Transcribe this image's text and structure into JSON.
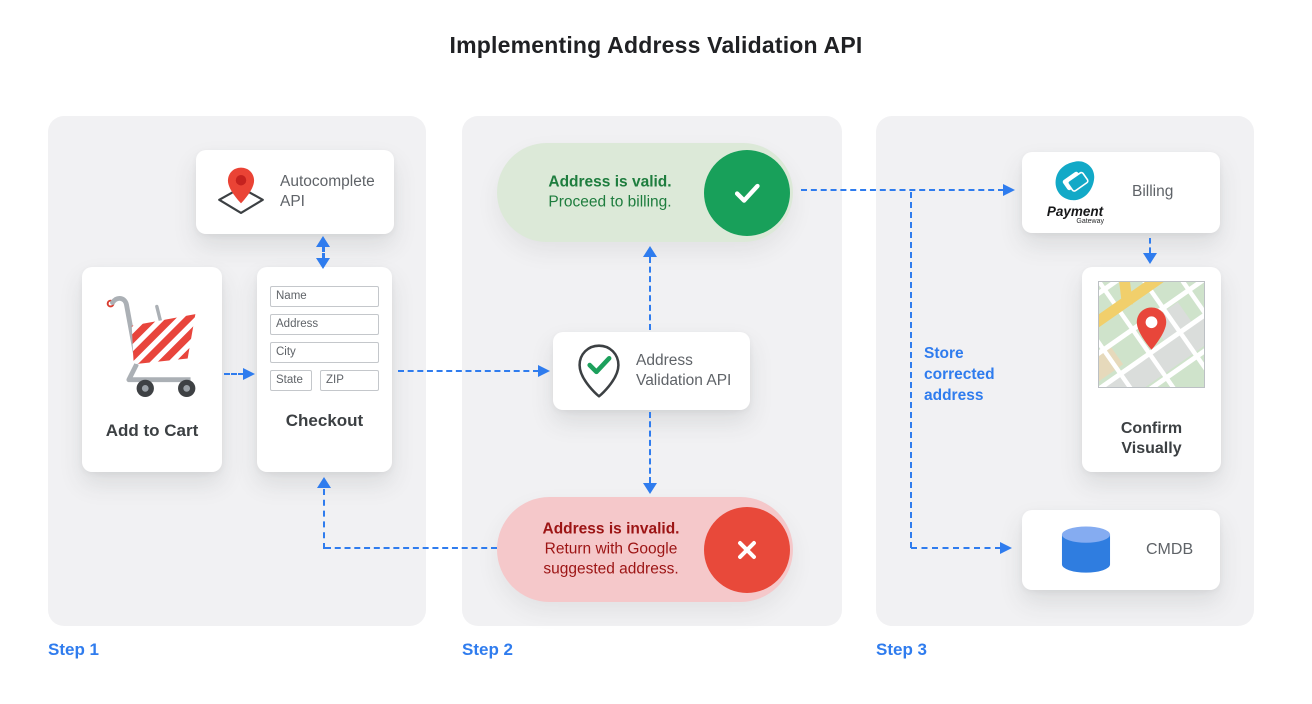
{
  "title": "Implementing Address Validation API",
  "colors": {
    "accent_blue": "#2f7cee",
    "panel_bg": "#f1f1f3",
    "card_text": "#5f6368",
    "label_text": "#3c4043",
    "green_pill_bg": "#dce9d8",
    "green_text": "#1e7d3e",
    "green_circle": "#18a05a",
    "red_pill_bg": "#f5c8ca",
    "red_text": "#9c1414",
    "red_circle": "#e8493a",
    "pin_red": "#ea4335",
    "logo_teal": "#12a9c7",
    "db_blue": "#2f7de0"
  },
  "step1": {
    "label": "Step 1",
    "autocomplete_card": {
      "label": "Autocomplete API"
    },
    "add_to_cart_card": {
      "label": "Add to Cart"
    },
    "checkout_card": {
      "label": "Checkout",
      "fields": [
        "Name",
        "Address",
        "City",
        "State",
        "ZIP"
      ]
    }
  },
  "step2": {
    "label": "Step 2",
    "valid_pill": {
      "title": "Address is valid.",
      "subtitle": "Proceed to billing."
    },
    "validation_card": {
      "label": "Address Validation API"
    },
    "invalid_pill": {
      "title": "Address is invalid.",
      "subtitle": "Return with Google suggested address."
    }
  },
  "step3": {
    "label": "Step 3",
    "billing_card": {
      "label": "Billing",
      "logo_title": "Payment",
      "logo_subtitle": "Gateway"
    },
    "confirm_card": {
      "label": "Confirm Visually"
    },
    "cmdb_card": {
      "label": "CMDB"
    },
    "store_note": "Store corrected address"
  }
}
